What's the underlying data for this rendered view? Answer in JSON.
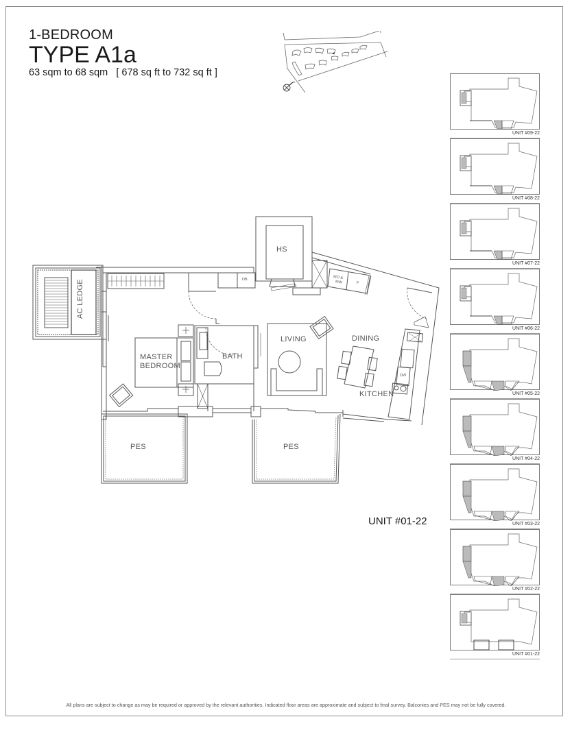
{
  "header": {
    "subtitle": "1-BEDROOM",
    "title": "TYPE A1a",
    "area": "63 sqm to 68 sqm   [ 678 sq ft to 732 sq ft ]"
  },
  "key_plan": {
    "compass_icon": "north-arrow-icon",
    "highlighted_unit_marker": true
  },
  "floor_plan": {
    "unit_label": "UNIT #01-22",
    "rooms": {
      "ac_ledge": "AC LEDGE",
      "master_bedroom_line1": "MASTER",
      "master_bedroom_line2": "BEDROOM",
      "bath": "BATH",
      "hs": "HS",
      "living": "LIVING",
      "dining": "DINING",
      "kitchen": "KITCHEN",
      "pes_left": "PES",
      "pes_right": "PES"
    },
    "fixtures": {
      "db": "DB",
      "mo_mw_line1": "MO &",
      "mo_mw_line2": "MW",
      "fridge": "F",
      "dishwasher": "DW"
    }
  },
  "thumbnails": [
    {
      "label": "UNIT #09-22",
      "variant": "upper"
    },
    {
      "label": "UNIT #08-22",
      "variant": "upper"
    },
    {
      "label": "UNIT #07-22",
      "variant": "upper"
    },
    {
      "label": "UNIT #06-22",
      "variant": "upper"
    },
    {
      "label": "UNIT #05-22",
      "variant": "slanted"
    },
    {
      "label": "UNIT #04-22",
      "variant": "slanted"
    },
    {
      "label": "UNIT #03-22",
      "variant": "slanted"
    },
    {
      "label": "UNIT #02-22",
      "variant": "slanted"
    },
    {
      "label": "UNIT #01-22",
      "variant": "ground"
    }
  ],
  "footer": {
    "disclaimer": "All plans are subject to change as may be required or approved by the relevant authorities. Indicated floor areas are approximate and subject to final survey. Balconies and PES may not be fully covered."
  },
  "colors": {
    "line": "#555555",
    "frame": "#8a8a8a",
    "text": "#1a1a1a"
  }
}
